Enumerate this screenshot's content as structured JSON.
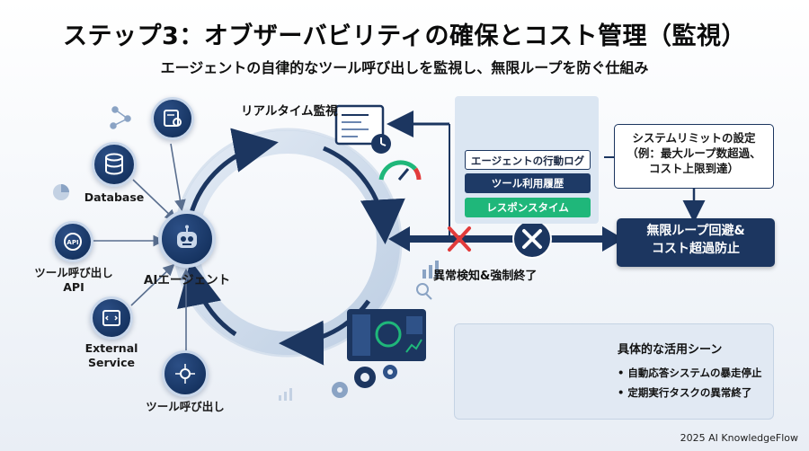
{
  "header": {
    "title": "ステップ3：オブザーバビリティの確保とコスト管理（監視）",
    "subtitle": "エージェントの自律的なツール呼び出しを監視し、無限ループを防ぐ仕組み"
  },
  "left_nodes": {
    "database": "Database",
    "tool_api": "ツール呼び出し\nAPI",
    "external_service": "External\nService",
    "tool_call": "ツール呼び出し",
    "ai_agent": "AIエージェント"
  },
  "monitor": {
    "realtime_label": "リアルタイム監視",
    "items": [
      "エージェントの行動ログ",
      "ツール利用履歴",
      "レスポンスタイム"
    ]
  },
  "system_limit": {
    "text": "システムリミットの設定\n（例：最大ループ数超過、\nコスト上限到達）"
  },
  "prevention": {
    "text": "無限ループ回避&\nコスト超過防止"
  },
  "anomaly": {
    "label": "異常検知&強制終了"
  },
  "use_cases": {
    "title": "具体的な活用シーン",
    "items": [
      "• 自動応答システムの暴走停止",
      "• 定期実行タスクの異常終了"
    ]
  },
  "footer": {
    "credit": "2025 AI KnowledgeFlow"
  },
  "colors": {
    "navy": "#1c3660",
    "green": "#1fb77a",
    "red": "#e23b3b",
    "light_panel": "#dbe6f2"
  }
}
